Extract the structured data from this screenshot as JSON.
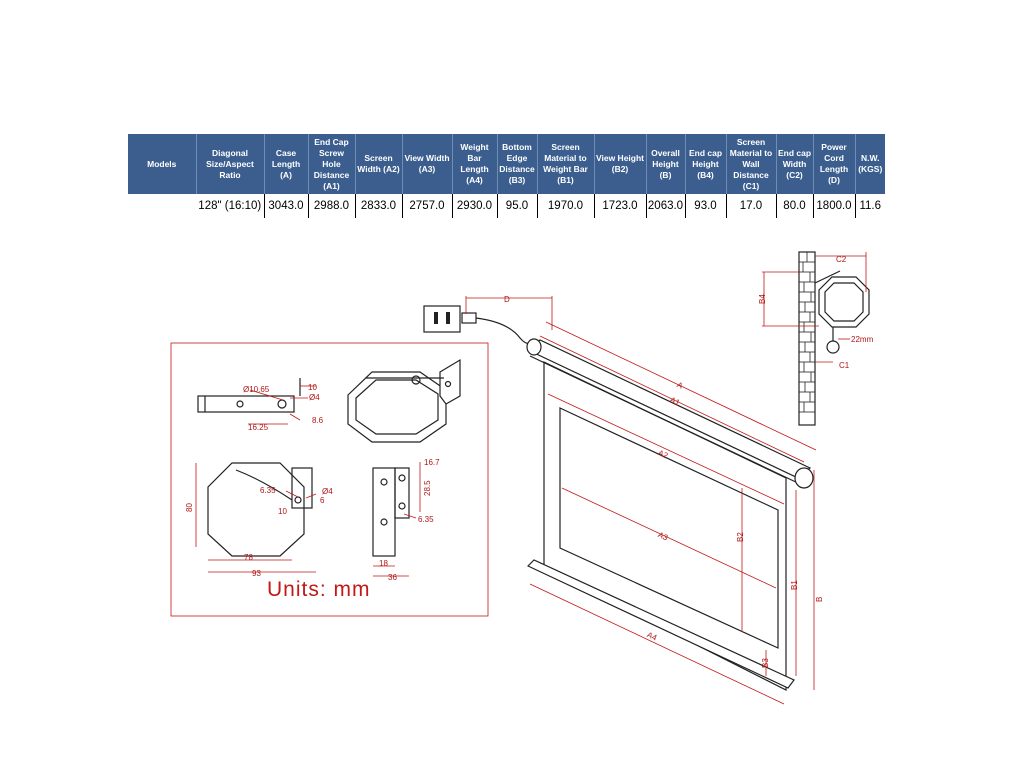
{
  "table": {
    "headers": [
      "Models",
      "Diagonal Size/Aspect Ratio",
      "Case Length (A)",
      "End Cap Screw Hole Distance (A1)",
      "Screen Width (A2)",
      "View Width (A3)",
      "Weight Bar Length (A4)",
      "Bottom Edge Distance (B3)",
      "Screen Material to Weight Bar (B1)",
      "View Height (B2)",
      "Overall Height (B)",
      "End cap Height (B4)",
      "Screen Material to Wall Distance (C1)",
      "End cap Width (C2)",
      "Power Cord Length (D)",
      "N.W. (KGS)"
    ],
    "row": [
      "",
      "128\" (16:10)",
      "3043.0",
      "2988.0",
      "2833.0",
      "2757.0",
      "2930.0",
      "95.0",
      "1970.0",
      "1723.0",
      "2063.0",
      "93.0",
      "17.0",
      "80.0",
      "1800.0",
      "11.6"
    ]
  },
  "bracket_drawing": {
    "dims": [
      "Ø10.65",
      "10",
      "Ø4",
      "16.25",
      "8.6",
      "6.35",
      "Ø4",
      "6",
      "10",
      "80",
      "78",
      "93",
      "16.7",
      "28.5",
      "6.35",
      "18",
      "36"
    ],
    "units": "Units: mm"
  },
  "wall_drawing": {
    "dims": [
      "C2",
      "B4",
      "22mm",
      "C1"
    ]
  },
  "screen_drawing": {
    "dims": [
      "D",
      "A",
      "A1",
      "A2",
      "A3",
      "A4",
      "B2",
      "B1",
      "B",
      "B3"
    ]
  },
  "colors": {
    "header_bg": "#3b5e8f",
    "header_text": "#ffffff",
    "dimension_red": "#c21818"
  }
}
